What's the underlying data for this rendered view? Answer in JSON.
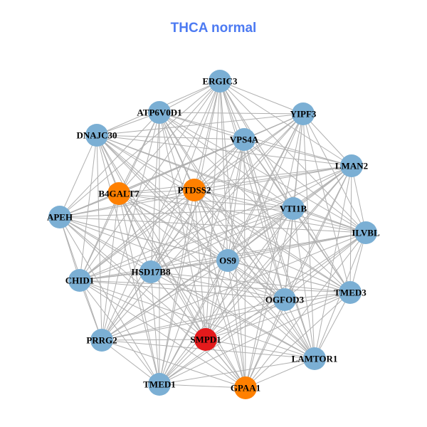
{
  "title": "THCA normal",
  "colors": {
    "title": "#4c7af2",
    "default": "#7bafd4",
    "orange": "#ff8000",
    "red": "#e41a1c",
    "edge": "#b0b0b0"
  },
  "nodes": [
    {
      "id": "ERGIC3",
      "color": "default"
    },
    {
      "id": "ATP6V0D1",
      "color": "default"
    },
    {
      "id": "YIPF3",
      "color": "default"
    },
    {
      "id": "DNAJC30",
      "color": "default"
    },
    {
      "id": "VPS4A",
      "color": "default"
    },
    {
      "id": "LMAN2",
      "color": "default"
    },
    {
      "id": "B4GALT7",
      "color": "orange"
    },
    {
      "id": "PTDSS2",
      "color": "orange"
    },
    {
      "id": "APEH",
      "color": "default"
    },
    {
      "id": "VTI1B",
      "color": "default"
    },
    {
      "id": "ILVBL",
      "color": "default"
    },
    {
      "id": "OS9",
      "color": "default"
    },
    {
      "id": "HSD17B8",
      "color": "default"
    },
    {
      "id": "CHID1",
      "color": "default"
    },
    {
      "id": "OGFOD3",
      "color": "default"
    },
    {
      "id": "TMED3",
      "color": "default"
    },
    {
      "id": "SMPD1",
      "color": "red"
    },
    {
      "id": "PRRG2",
      "color": "default"
    },
    {
      "id": "LAMTOR1",
      "color": "default"
    },
    {
      "id": "TMED1",
      "color": "default"
    },
    {
      "id": "GPAA1",
      "color": "orange"
    }
  ],
  "edges": "all-pairs"
}
